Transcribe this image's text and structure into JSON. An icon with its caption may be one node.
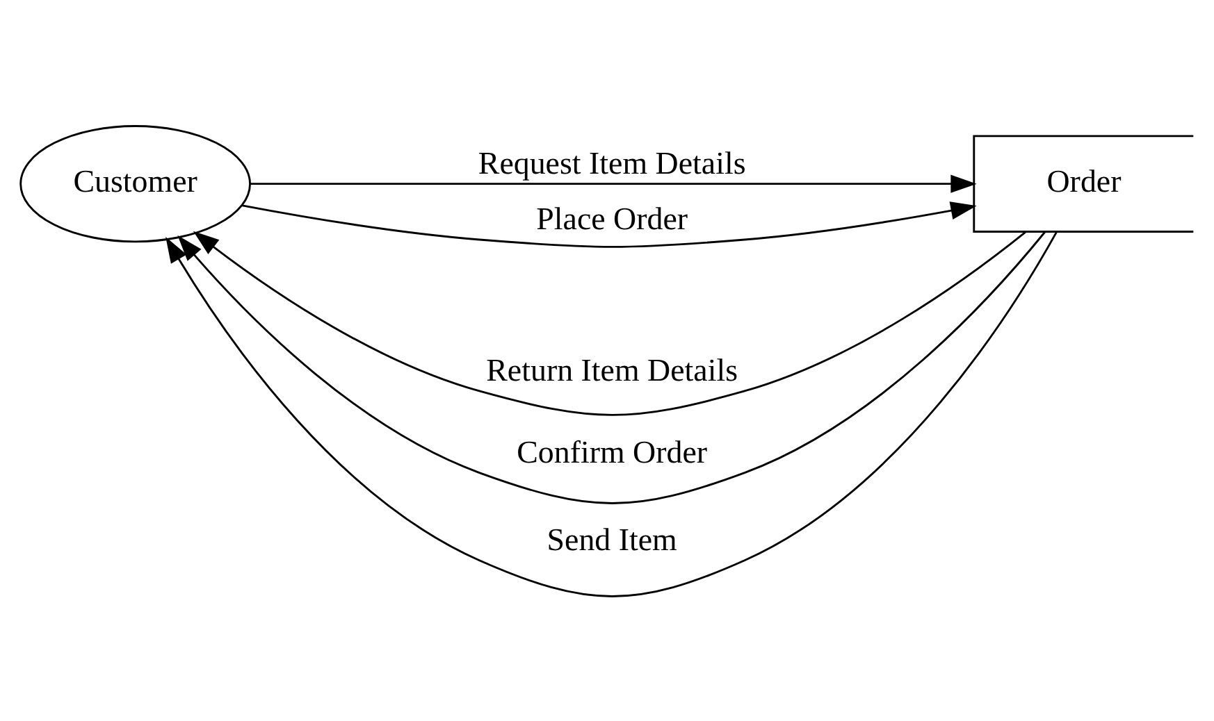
{
  "diagram": {
    "nodes": [
      {
        "text": [
          "Customer"
        ]
      },
      {
        "text": [
          "Order"
        ]
      }
    ],
    "edges": [
      {
        "from": 0,
        "to": 1,
        "arrow": "to",
        "label": "Request Item Details"
      },
      {
        "from": 1,
        "to": 0,
        "arrow": "to",
        "label": "Return Item Details"
      },
      {
        "from": 0,
        "to": 1,
        "arrow": "to",
        "label": "Place Order"
      },
      {
        "from": 1,
        "to": 0,
        "arrow": "to",
        "label": "Confirm Order"
      },
      {
        "from": 1,
        "to": 0,
        "arrow": "to",
        "label": "Send Item"
      }
    ]
  }
}
